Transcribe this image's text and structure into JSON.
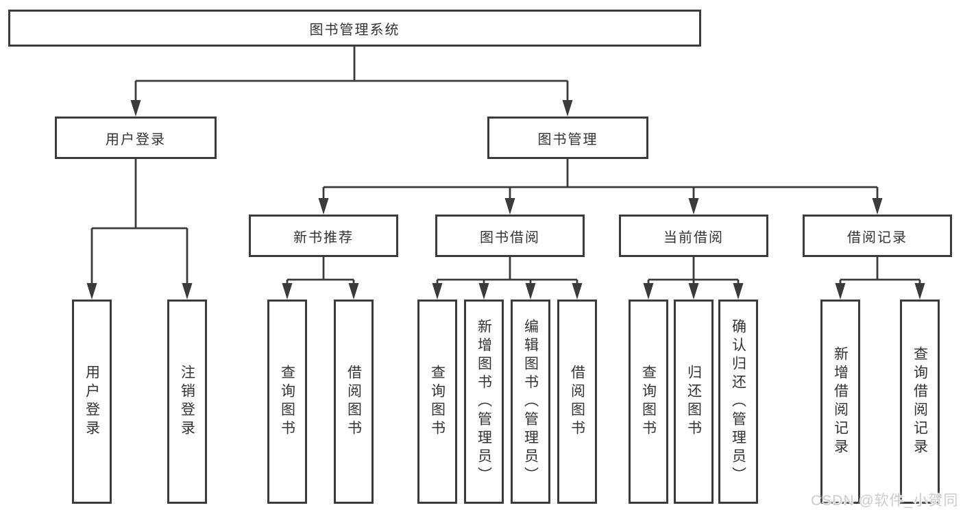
{
  "diagram": {
    "root": {
      "label": "图书管理系统",
      "children": [
        {
          "label": "用户登录",
          "children": [
            {
              "label": "用户登录"
            },
            {
              "label": "注销登录"
            }
          ]
        },
        {
          "label": "图书管理",
          "children": [
            {
              "label": "新书推荐",
              "children": [
                {
                  "label": "查询图书"
                },
                {
                  "label": "借阅图书"
                }
              ]
            },
            {
              "label": "图书借阅",
              "children": [
                {
                  "label": "查询图书"
                },
                {
                  "label": "新增图书（管理员）"
                },
                {
                  "label": "编辑图书（管理员）"
                },
                {
                  "label": "借阅图书"
                }
              ]
            },
            {
              "label": "当前借阅",
              "children": [
                {
                  "label": "查询图书"
                },
                {
                  "label": "归还图书"
                },
                {
                  "label": "确认归还（管理员）"
                }
              ]
            },
            {
              "label": "借阅记录",
              "children": [
                {
                  "label": "新增借阅记录"
                },
                {
                  "label": "查询借阅记录"
                }
              ]
            }
          ]
        }
      ]
    }
  },
  "watermark": {
    "text": "CSDN @软件_小贺同学"
  },
  "colors": {
    "line": "#3b3b3b",
    "text": "#333333",
    "watermark": "#cbcbcb",
    "background": "#ffffff"
  }
}
